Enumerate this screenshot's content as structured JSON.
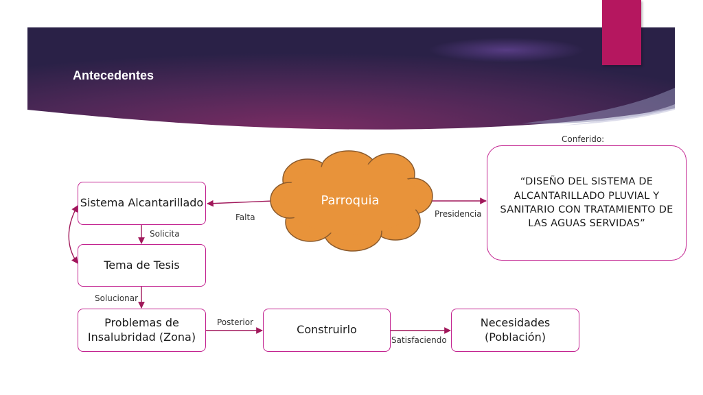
{
  "slide": {
    "title": "Antecedentes"
  },
  "nodes": {
    "sistema": "Sistema Alcantarillado",
    "tema": "Tema de Tesis",
    "problemas": "Problemas de Insalubridad (Zona)",
    "construirlo": "Construirlo",
    "necesidades": "Necesidades (Población)",
    "parroquia": "Parroquia",
    "diseno": "“DISEÑO DEL SISTEMA DE ALCANTARILLADO PLUVIAL Y SANITARIO CON TRATAMIENTO DE LAS AGUAS SERVIDAS”"
  },
  "edges": {
    "falta": "Falta",
    "presidencia": "Presidencia",
    "conferido": "Conferido:",
    "solicita": "Solicita",
    "solucionar": "Solucionar",
    "posterior": "Posterior",
    "satisfaciendo": "Satisfaciendo"
  },
  "colors": {
    "banner_dark": "#2a2147",
    "banner_purple": "#6c2b63",
    "accent_magenta": "#b5175f",
    "box_border": "#c2218f",
    "arrow": "#a0175a",
    "cloud_fill": "#e8933a",
    "cloud_stroke": "#8a5a2c"
  }
}
